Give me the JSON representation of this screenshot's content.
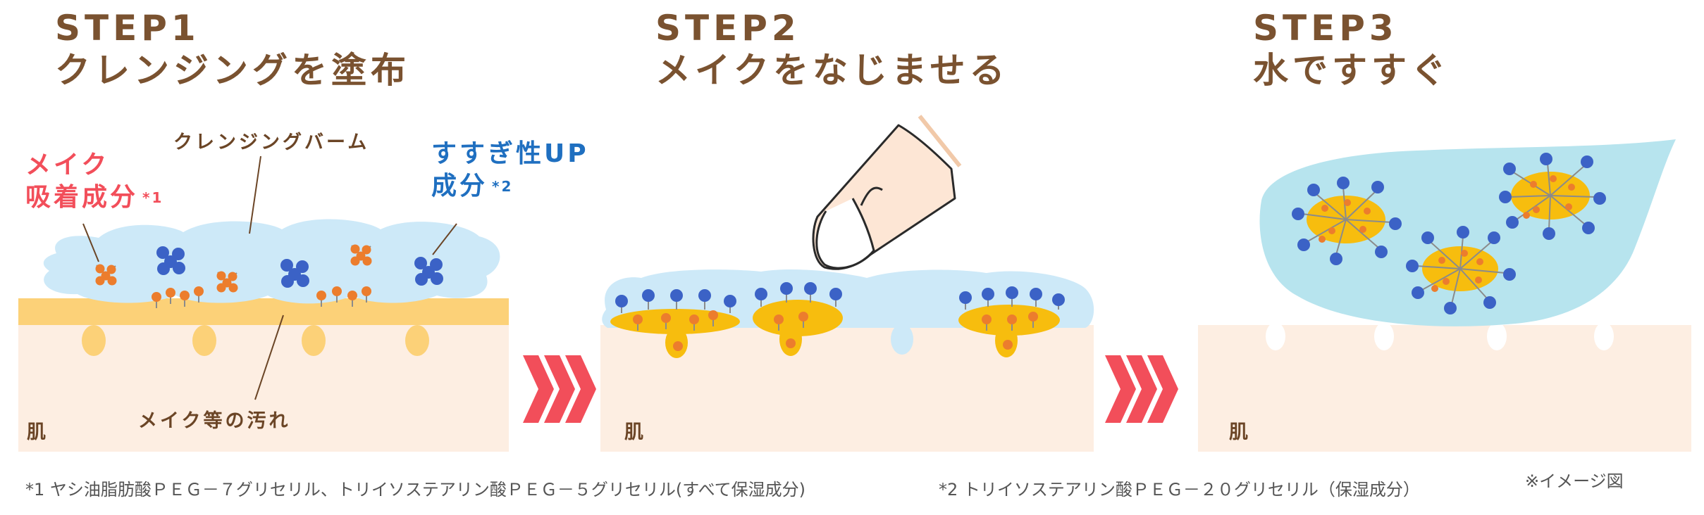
{
  "steps": [
    {
      "step_label": "STEP",
      "step_number": "1",
      "title": "クレンジングを塗布",
      "skin_label": "肌"
    },
    {
      "step_label": "STEP",
      "step_number": "2",
      "title": "メイクをなじませる",
      "skin_label": "肌"
    },
    {
      "step_label": "STEP",
      "step_number": "3",
      "title": "水ですすぐ",
      "skin_label": "肌"
    }
  ],
  "labels": {
    "balm": "クレンジングバーム",
    "makeup_dirt": "メイク等の汚れ",
    "adsorb_line1": "メイク",
    "adsorb_line2": "吸着成分",
    "adsorb_note": "*1",
    "rinse_line1": "すすぎ性UP",
    "rinse_line2": "成分",
    "rinse_note": "*2"
  },
  "footnotes": {
    "note1": "*1 ヤシ油脂肪酸ＰＥＧ－７グリセリル、トリイソステアリン酸ＰＥＧ－５グリセリル(すべて保湿成分)",
    "note2": "*2 トリイソステアリン酸ＰＥＧ－２０グリセリル（保湿成分）",
    "image_note": "※イメージ図"
  },
  "colors": {
    "title_brown": "#7a5230",
    "adsorb_red": "#f24e5a",
    "rinse_blue": "#1f6fc0",
    "skin": "#fdeee2",
    "makeup_layer": "#fcd178",
    "balm": "#cde9f8",
    "makeup_blob": "#f7bd0e",
    "molecule_blue": "#3b62c6",
    "molecule_orange": "#ec7d2d",
    "water": "#b7e4ee",
    "arrow": "#f24e5a"
  }
}
